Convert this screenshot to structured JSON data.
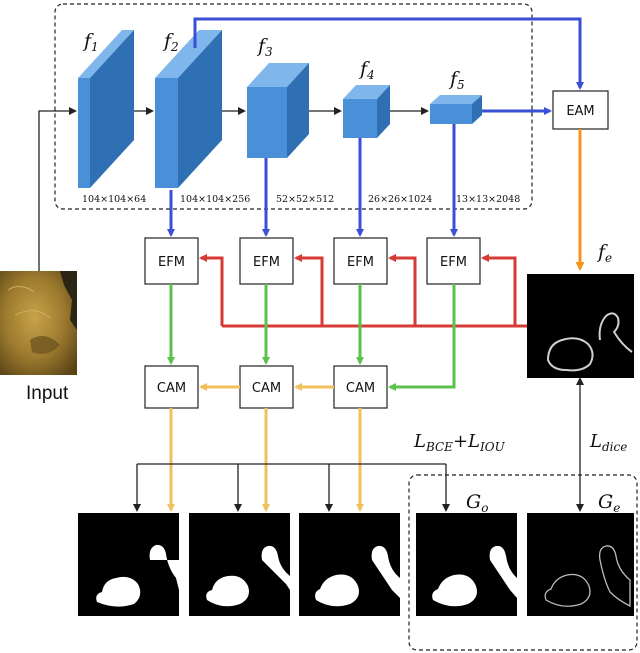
{
  "backbone": {
    "features": [
      {
        "name": "f",
        "sub": "1",
        "dims": "104×104×64"
      },
      {
        "name": "f",
        "sub": "2",
        "dims": "104×104×256"
      },
      {
        "name": "f",
        "sub": "3",
        "dims": "52×52×512"
      },
      {
        "name": "f",
        "sub": "4",
        "dims": "26×26×1024"
      },
      {
        "name": "f",
        "sub": "5",
        "dims": "13×13×2048"
      }
    ]
  },
  "modules": {
    "eam": "EAM",
    "efm": [
      "EFM",
      "EFM",
      "EFM",
      "EFM"
    ],
    "cam": [
      "CAM",
      "CAM",
      "CAM"
    ]
  },
  "edge_feature": {
    "name": "f",
    "sub": "e"
  },
  "input_label": "Input",
  "losses": {
    "bce_iou": {
      "l1": "L",
      "s1": "BCE",
      "plus": "+",
      "l2": "L",
      "s2": "IOU"
    },
    "dice": {
      "l": "L",
      "s": "dice"
    }
  },
  "ground_truth": {
    "object": {
      "name": "G",
      "sub": "o"
    },
    "edge": {
      "name": "G",
      "sub": "e"
    }
  },
  "colors": {
    "cube_front": "#4a90d9",
    "cube_side": "#2f6fb3",
    "cube_top": "#7fb6ec",
    "blue_arrow": "#3a4fd6",
    "red_arrow": "#d63a35",
    "green_arrow": "#5ac24a",
    "yellow_arrow": "#f2c05a",
    "orange_arrow": "#f7941d",
    "black_arrow": "#222222"
  }
}
